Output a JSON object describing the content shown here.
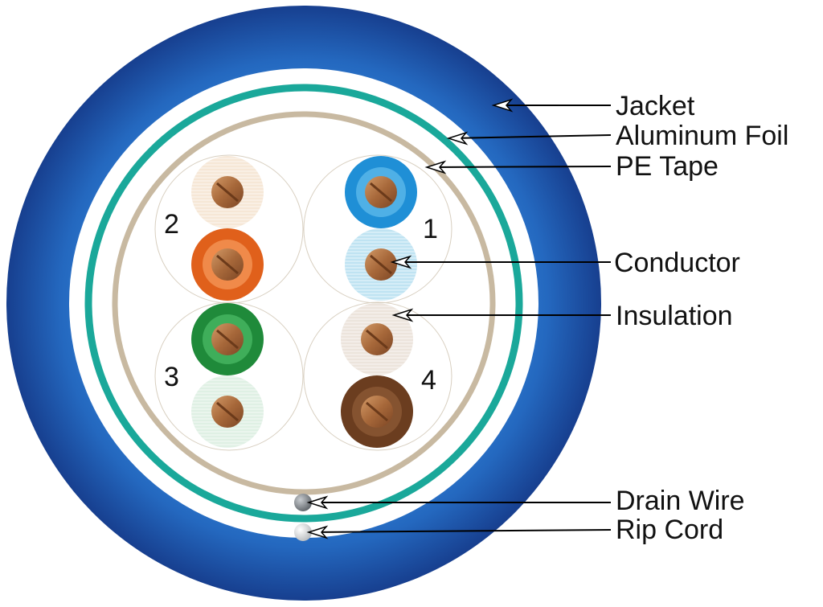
{
  "labels": {
    "jacket": "Jacket",
    "aluminum_foil": "Aluminum Foil",
    "pe_tape": "PE Tape",
    "conductor": "Conductor",
    "insulation": "Insulation",
    "drain_wire": "Drain Wire",
    "rip_cord": "Rip Cord"
  },
  "pair_numbers": {
    "pair1": "1",
    "pair2": "2",
    "pair3": "3",
    "pair4": "4"
  },
  "colors": {
    "jacket_dark": "#1f3f8c",
    "jacket_mid": "#2a6bc1",
    "foil": "#1aa89a",
    "pe_tape": "#c8b9a1",
    "copper": "#a86a3c",
    "blue": "#1f8fd6",
    "blue_white": "#bfe3f2",
    "orange": "#e0601b",
    "orange_white": "#f6e7d6",
    "green": "#1f8a3a",
    "green_white": "#dff0e4",
    "brown": "#6b3d1f",
    "brown_white": "#ece4dc",
    "drain_wire": "#8a8f94",
    "rip_cord": "#f0f0f0"
  }
}
